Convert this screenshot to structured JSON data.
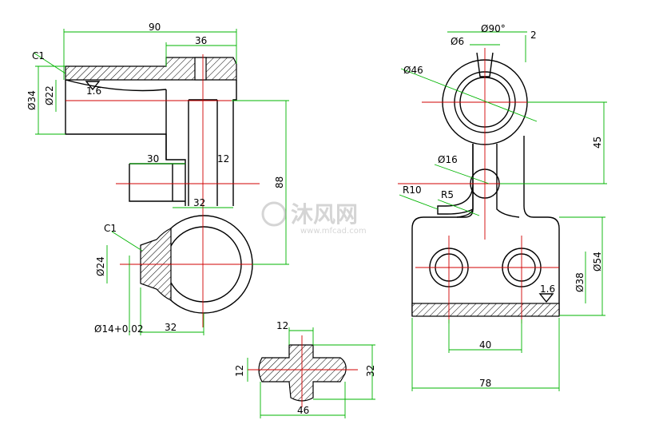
{
  "dims": {
    "d90": "90",
    "d36": "36",
    "c1_top": "C1",
    "dia34": "Ø34",
    "dia22": "Ø22",
    "rough_top": "1.6",
    "d30": "30",
    "d12": "12",
    "d32_top": "32",
    "d88": "88",
    "c1_bottom": "C1",
    "dia24": "Ø24",
    "dia14": "Ø14+0.02",
    "d32_bottom": "32",
    "dia6": "Ø6",
    "dia90deg": "Ø90°",
    "d2": "2",
    "dia46": "Ø46",
    "d45": "45",
    "dia16": "Ø16",
    "r10": "R10",
    "r5": "R5",
    "dia54": "Ø54",
    "dia38": "Ø38",
    "rough_right": "1.6",
    "d40": "40",
    "d78": "78",
    "d12_cross": "12",
    "d12_cross_side": "12",
    "d32_cross": "32",
    "d46": "46"
  },
  "watermark": {
    "text": "沐风网",
    "url": "www.mfcad.com"
  }
}
